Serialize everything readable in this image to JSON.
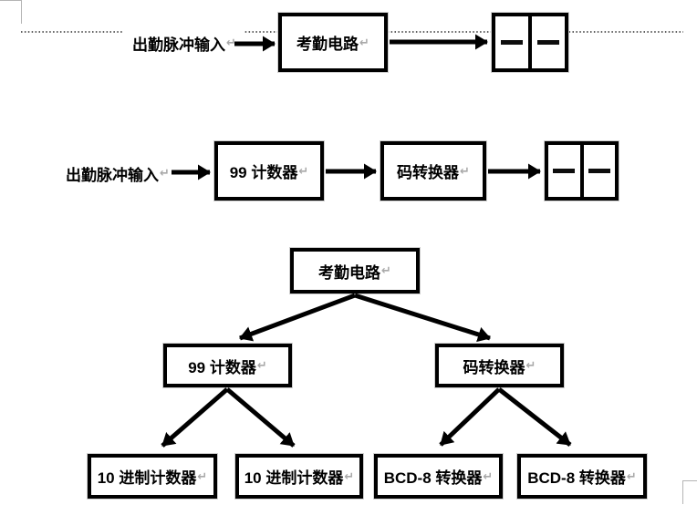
{
  "document": {
    "background": "#ffffff",
    "type": "word-document-flow-diagrams"
  },
  "marks": {
    "paragraph_return": "↵"
  },
  "colors": {
    "line": "#000000",
    "paragraph_mark": "#a9a9a9",
    "boundary_mark": "#b4b4b4"
  },
  "diagram1": {
    "input_label": "出勤脉冲输入",
    "circuit_box": "考勤电路",
    "display_cells": 2
  },
  "diagram2": {
    "input_label": "出勤脉冲输入",
    "counter_box": "99 计数器",
    "converter_box": "码转换器",
    "display_cells": 2
  },
  "diagram3": {
    "root_box": "考勤电路",
    "counter_box": "99 计数器",
    "converter_box": "码转换器",
    "decimal_counter_box_1": "10 进制计数器",
    "decimal_counter_box_2": "10 进制计数器",
    "bcd_converter_box_1": "BCD-8 转换器",
    "bcd_converter_box_2": "BCD-8 转换器"
  }
}
